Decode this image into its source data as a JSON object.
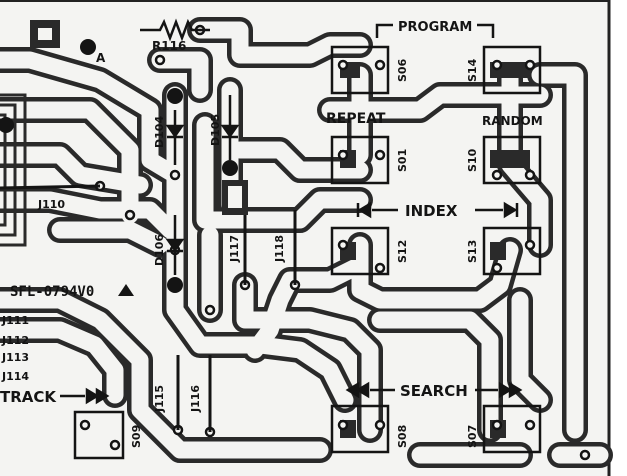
{
  "board": {
    "part_number": "SFL-0794V0",
    "resistor": "R116",
    "node_marker": "A",
    "program_label": "PROGRAM",
    "repeat_label": "REPEAT",
    "random_label": "RANDOM",
    "index_label": "INDEX",
    "search_label": "SEARCH",
    "track_label": "TRACK",
    "switches": [
      "S06",
      "S14",
      "S01",
      "S10",
      "S12",
      "S13",
      "S08",
      "S07",
      "S09"
    ],
    "diodes": [
      "D104",
      "D105",
      "D106"
    ],
    "jumpers": [
      "J110",
      "J111",
      "J112",
      "J113",
      "J114",
      "J115",
      "J116",
      "J117",
      "J118"
    ]
  }
}
